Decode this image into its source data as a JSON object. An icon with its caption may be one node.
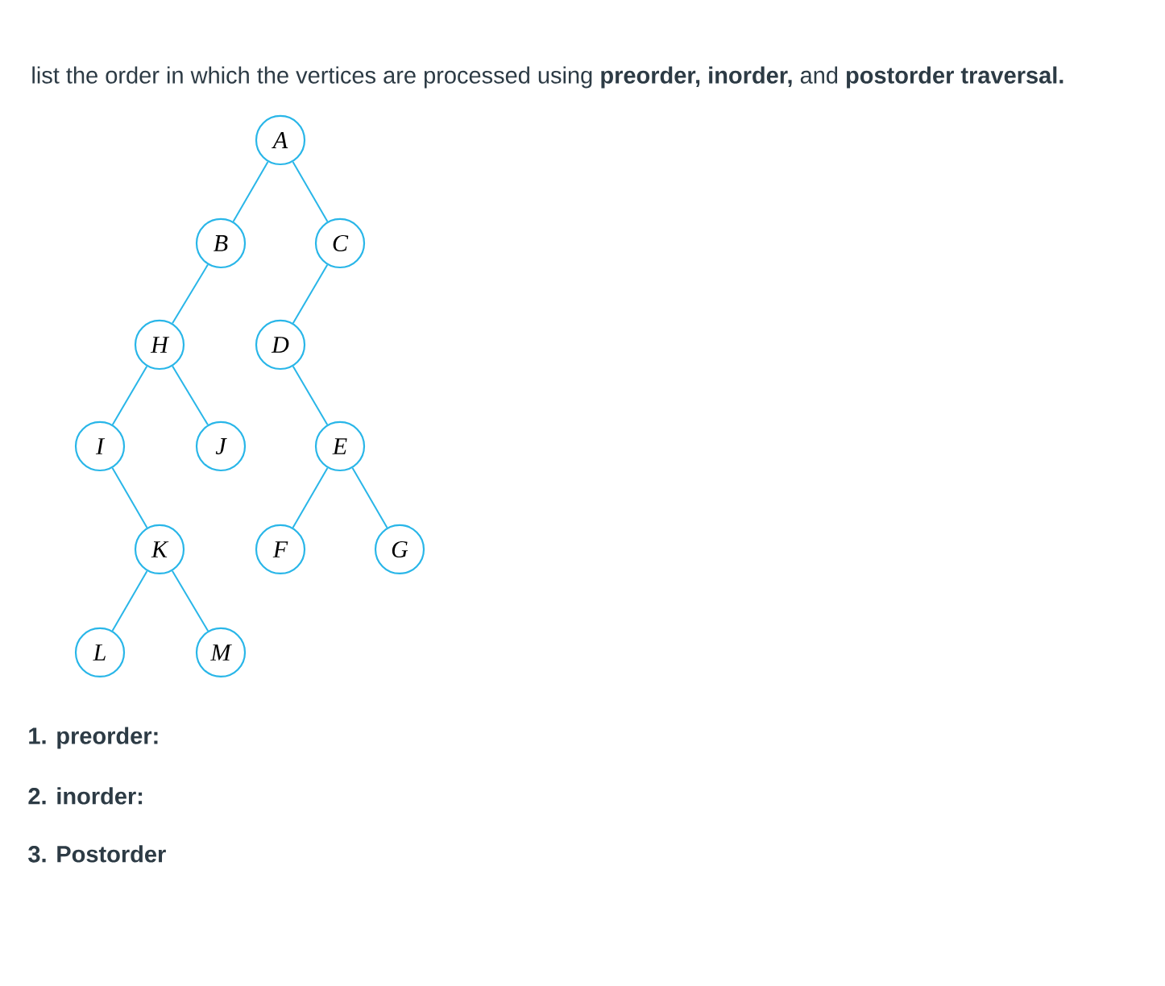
{
  "diagram": {
    "title": "list the order in which the vertices are processed using **preorder, inorder,** and **postorder traversal.**",
    "nodes": [
      {
        "text": [
          "A"
        ]
      },
      {
        "text": [
          "B"
        ]
      },
      {
        "text": [
          "C"
        ]
      },
      {
        "text": [
          "H"
        ]
      },
      {
        "text": [
          "D"
        ]
      },
      {
        "text": [
          "I"
        ]
      },
      {
        "text": [
          "J"
        ]
      },
      {
        "text": [
          "E"
        ]
      },
      {
        "text": [
          "K"
        ]
      },
      {
        "text": [
          "F"
        ]
      },
      {
        "text": [
          "G"
        ]
      },
      {
        "text": [
          "L"
        ]
      },
      {
        "text": [
          "M"
        ]
      }
    ],
    "edges": [
      {
        "from": 0,
        "to": 1,
        "arrow": "none"
      },
      {
        "from": 0,
        "to": 2,
        "arrow": "none"
      },
      {
        "from": 1,
        "to": 3,
        "arrow": "none"
      },
      {
        "from": 2,
        "to": 4,
        "arrow": "none"
      },
      {
        "from": 3,
        "to": 5,
        "arrow": "none"
      },
      {
        "from": 3,
        "to": 6,
        "arrow": "none"
      },
      {
        "from": 4,
        "to": 7,
        "arrow": "none"
      },
      {
        "from": 5,
        "to": 8,
        "arrow": "none"
      },
      {
        "from": 7,
        "to": 9,
        "arrow": "none"
      },
      {
        "from": 7,
        "to": 10,
        "arrow": "none"
      },
      {
        "from": 8,
        "to": 11,
        "arrow": "none"
      },
      {
        "from": 8,
        "to": 12,
        "arrow": "none"
      }
    ],
    "labels": [
      "1. preorder:",
      "2. inorder:",
      "3. Postorder"
    ]
  }
}
